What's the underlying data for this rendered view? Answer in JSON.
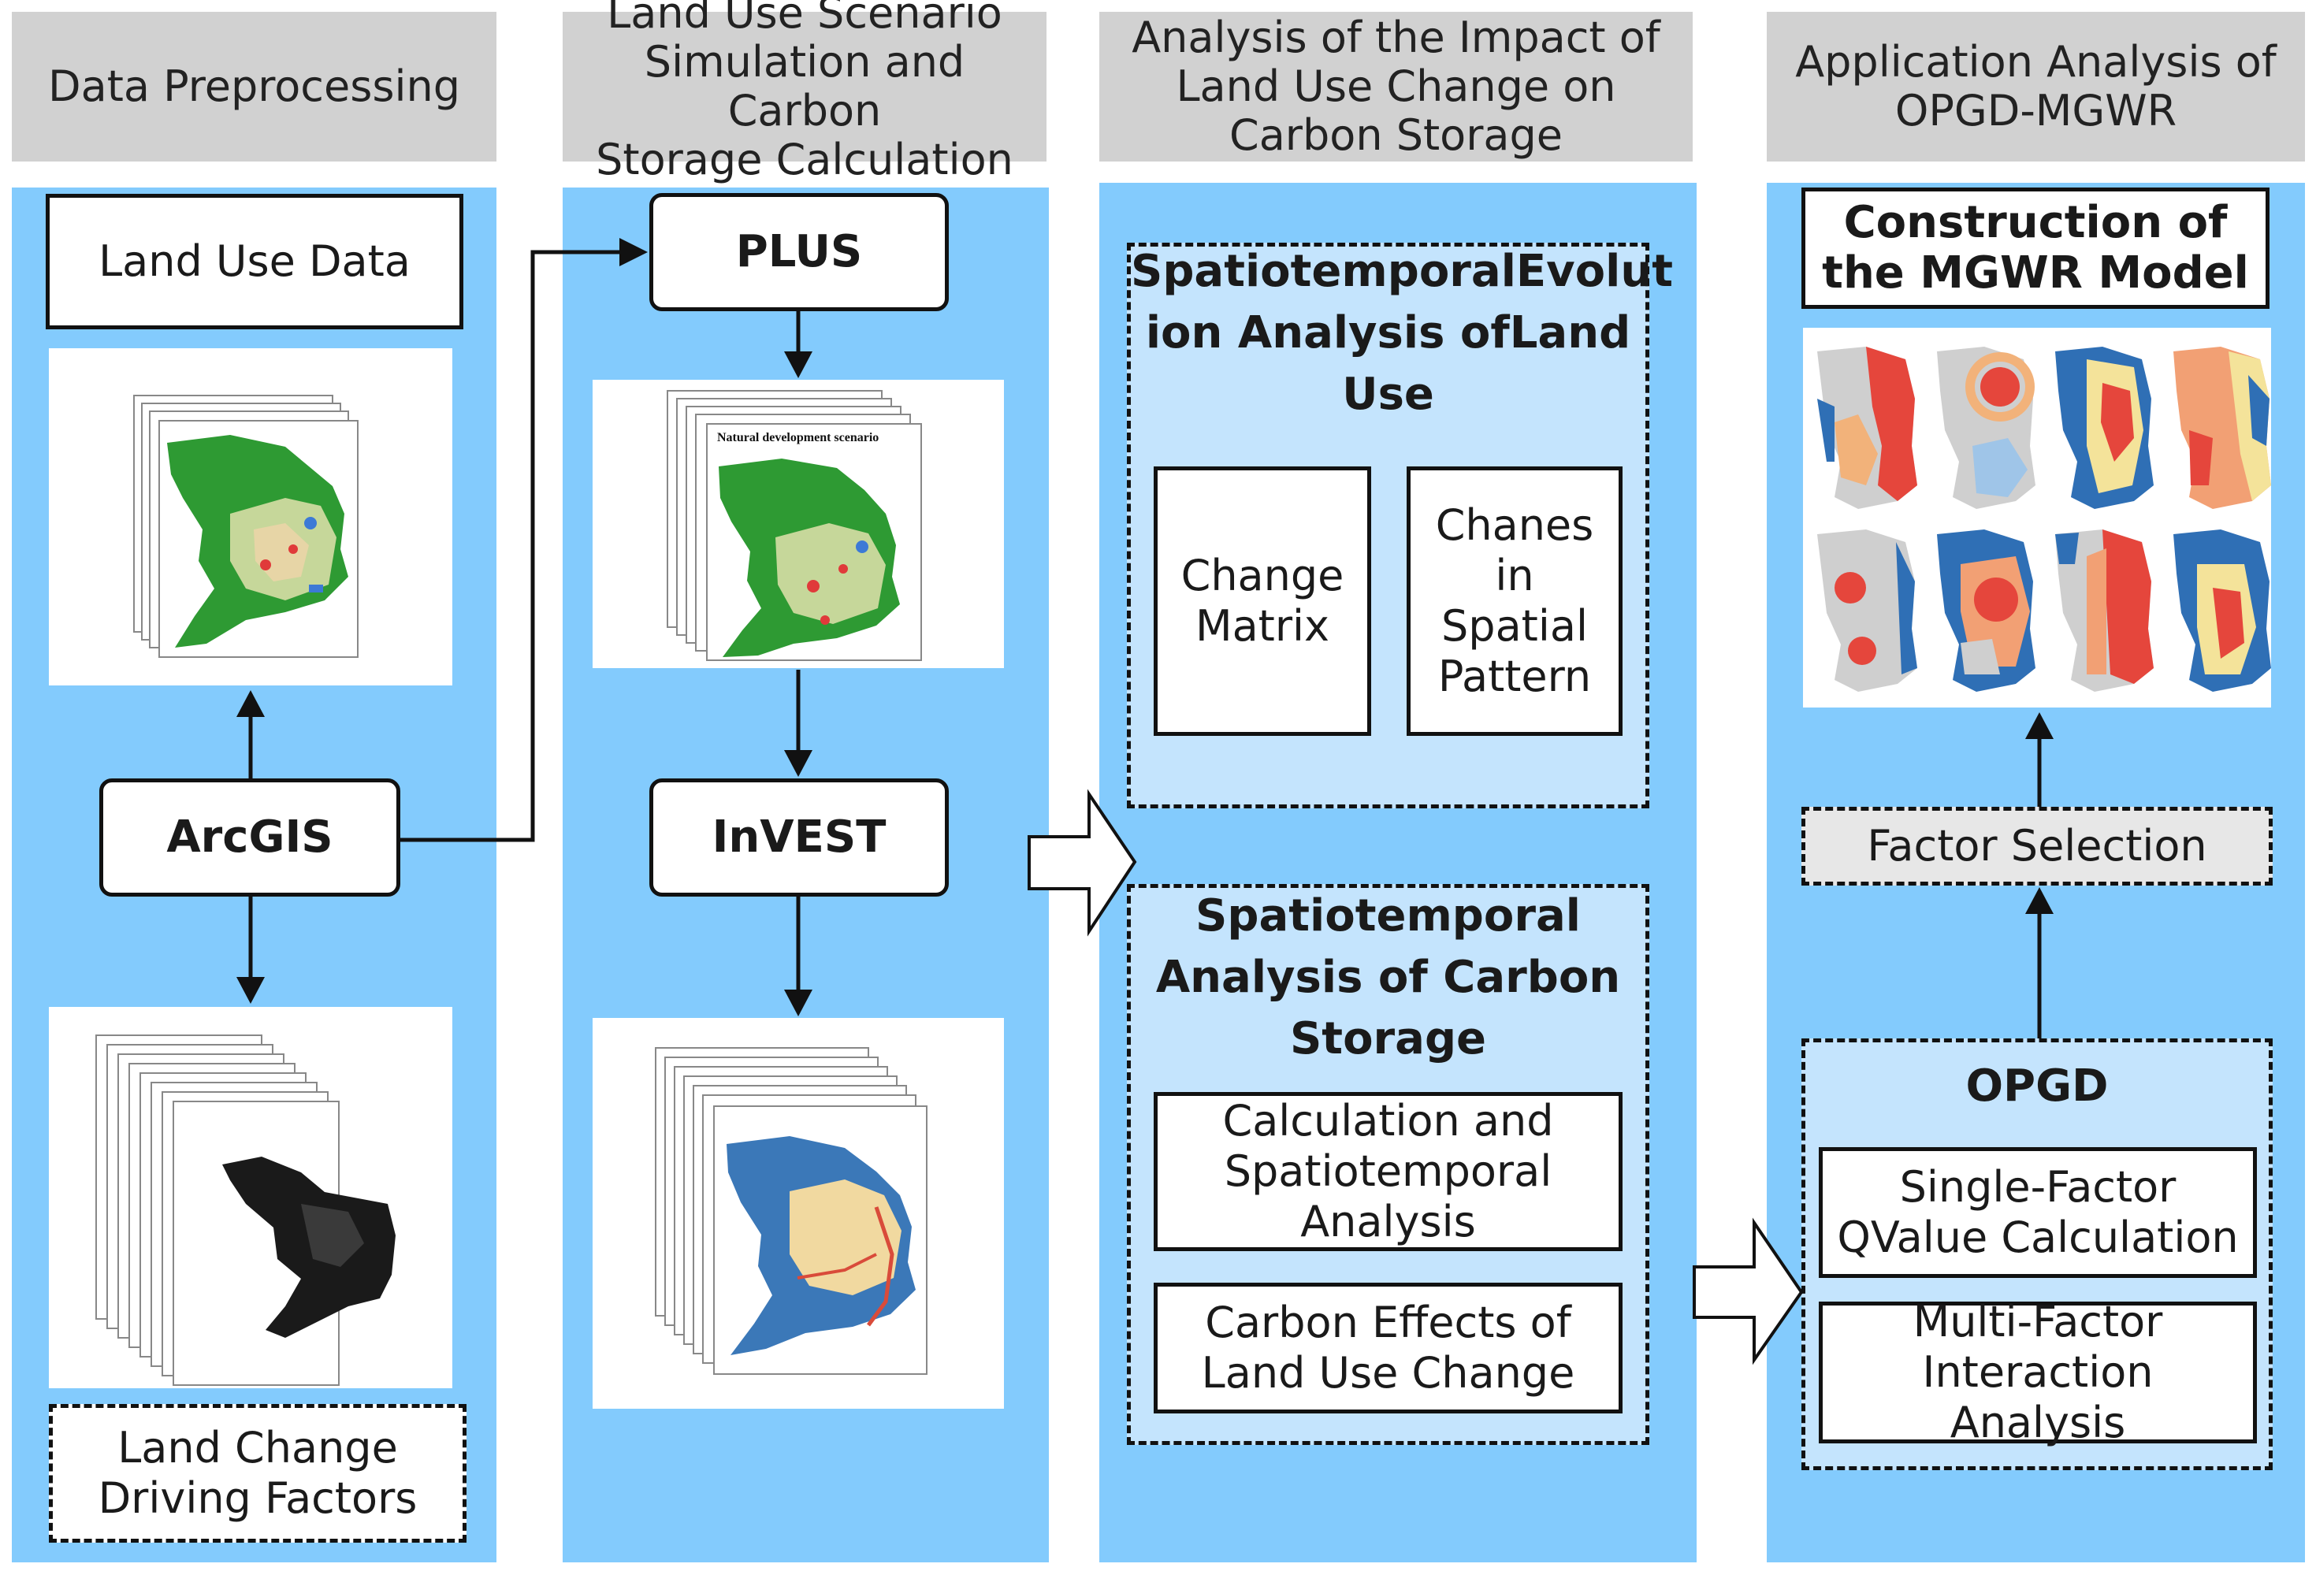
{
  "headers": {
    "col1": "Data Preprocessing",
    "col2": "Land Use Scenario\nSimulation and Carbon\nStorage Calculation",
    "col3": "Analysis of the Impact of\nLand Use Change on\nCarbon Storage",
    "col4": "Application Analysis of\nOPGD-MGWR"
  },
  "col1": {
    "land_use_data": "Land Use Data",
    "arcgis": "ArcGIS",
    "driving_factors": "Land Change\nDriving Factors"
  },
  "col2": {
    "plus": "PLUS",
    "scenario_caption": "Natural development scenario",
    "invest": "InVEST"
  },
  "col3": {
    "panel1_title": "SpatiotemporalEvolut\nion Analysis ofLand\nUse",
    "change_matrix": "Change\nMatrix",
    "spatial_pattern": "Chanes\nin\nSpatial\nPattern",
    "panel2_title": "Spatiotemporal\nAnalysis of Carbon\nStorage",
    "calc_analysis": "Calculation and\nSpatiotemporal\nAnalysis",
    "carbon_effects": "Carbon Effects of\nLand Use Change"
  },
  "col4": {
    "mgwr": "Construction of\nthe MGWR Model",
    "factor_selection": "Factor Selection",
    "opgd": "OPGD",
    "single_factor": "Single-Factor\nQValue Calculation",
    "multi_factor": "Multi-Factor\nInteraction\nAnalysis"
  },
  "colors": {
    "header_bg": "#d1d1d1",
    "column_bg": "#83cbfd",
    "panel_bg": "#c4e4fd",
    "box_bg": "#ffffff",
    "line": "#111111"
  }
}
